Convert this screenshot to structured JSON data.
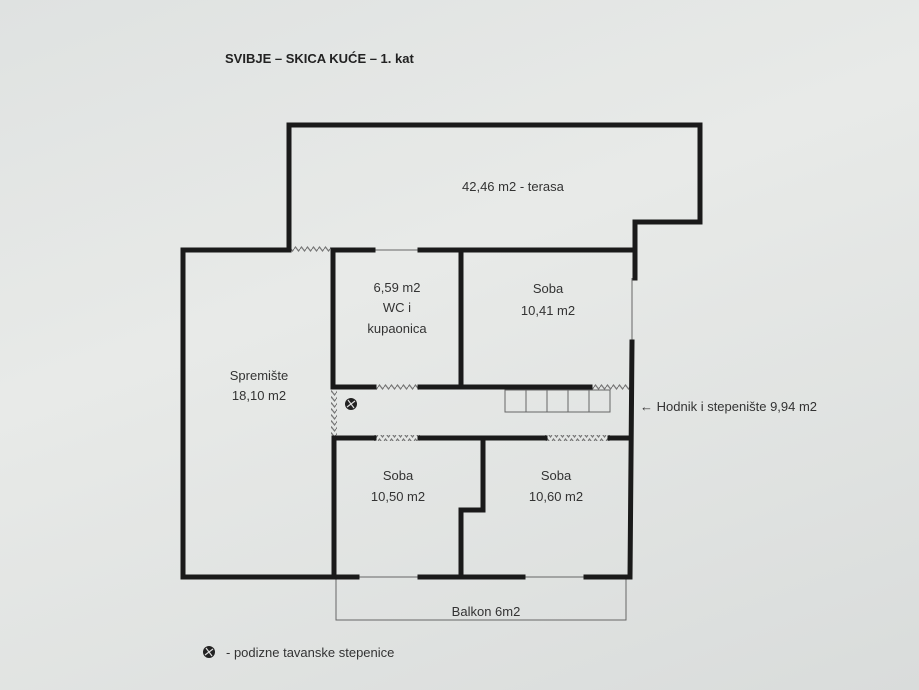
{
  "title": "SVIBJE – SKICA KUĆE – 1. kat",
  "rooms": {
    "terasa": "42,46 m2 - terasa",
    "wc": [
      "6,59 m2",
      "WC i",
      "kupaonica"
    ],
    "soba_top": [
      "Soba",
      "10,41 m2"
    ],
    "spremiste": [
      "Spremište",
      "18,10 m2"
    ],
    "soba_left": [
      "Soba",
      "10,50 m2"
    ],
    "soba_right": [
      "Soba",
      "10,60 m2"
    ],
    "balkon": "Balkon 6m2"
  },
  "hallway_label": "← Hodnik i stepenište 9,94 m2",
  "legend": "- podizne tavanske stepenice",
  "icons": {
    "attic_stairs": "fan-icon"
  }
}
